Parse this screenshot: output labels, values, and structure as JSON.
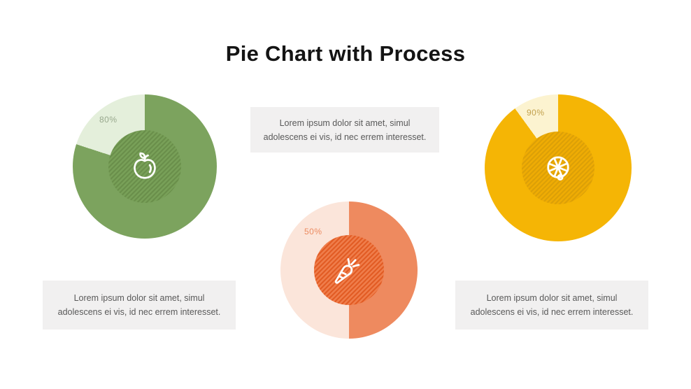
{
  "title": "Pie Chart with Process",
  "palette": {
    "background": "#FFFFFF",
    "title_color": "#141414",
    "textbox_bg": "#F1F0F0",
    "textbox_text": "#595959"
  },
  "charts": [
    {
      "name": "apple",
      "value": 80,
      "percent_label": "80%",
      "icon": "apple-icon",
      "colors": {
        "main": "#7CA35E",
        "light": "#E4EFDB",
        "hatch_base": "#78A058",
        "hatch_stripe": "#6A8F4B",
        "label": "#98A88D"
      }
    },
    {
      "name": "carrot",
      "value": 50,
      "percent_label": "50%",
      "icon": "carrot-icon",
      "colors": {
        "main": "#EE8A5F",
        "light": "#FBE5DA",
        "hatch_base": "#EF7D4B",
        "hatch_stripe": "#E25C24",
        "label": "#EC8B60"
      }
    },
    {
      "name": "lemon",
      "value": 90,
      "percent_label": "90%",
      "icon": "lemon-slice-icon",
      "colors": {
        "main": "#F5B505",
        "light": "#FCF3D0",
        "hatch_base": "#EFAC04",
        "hatch_stripe": "#DCA007",
        "label": "#C2A04C"
      }
    }
  ],
  "text_boxes": [
    {
      "position": "top-center",
      "lines": [
        "Lorem ipsum dolor sit amet,  simul",
        "adolescens ei vis, id nec errem  interesset."
      ]
    },
    {
      "position": "bottom-left",
      "lines": [
        "Lorem ipsum dolor sit amet,  simul",
        "adolescens ei vis, id nec errem  interesset."
      ]
    },
    {
      "position": "bottom-right",
      "lines": [
        "Lorem ipsum dolor sit amet,  simul",
        "adolescens ei vis, id nec errem  interesset."
      ]
    }
  ],
  "chart_data": [
    {
      "type": "pie",
      "title": "apple process pie",
      "segments": [
        {
          "name": "filled",
          "value": 80,
          "color": "#7CA35E"
        },
        {
          "name": "remainder",
          "value": 20,
          "color": "#E4EFDB"
        }
      ],
      "annotation": "80%",
      "center_icon": "apple",
      "start_angle_deg": 0,
      "direction": "clockwise"
    },
    {
      "type": "pie",
      "title": "carrot process pie",
      "segments": [
        {
          "name": "filled",
          "value": 50,
          "color": "#EE8A5F"
        },
        {
          "name": "remainder",
          "value": 50,
          "color": "#FBE5DA"
        }
      ],
      "annotation": "50%",
      "center_icon": "carrot",
      "start_angle_deg": 0,
      "direction": "clockwise"
    },
    {
      "type": "pie",
      "title": "lemon process pie",
      "segments": [
        {
          "name": "filled",
          "value": 90,
          "color": "#F5B505"
        },
        {
          "name": "remainder",
          "value": 10,
          "color": "#FCF3D0"
        }
      ],
      "annotation": "90%",
      "center_icon": "lemon slice",
      "start_angle_deg": 0,
      "direction": "clockwise"
    }
  ]
}
